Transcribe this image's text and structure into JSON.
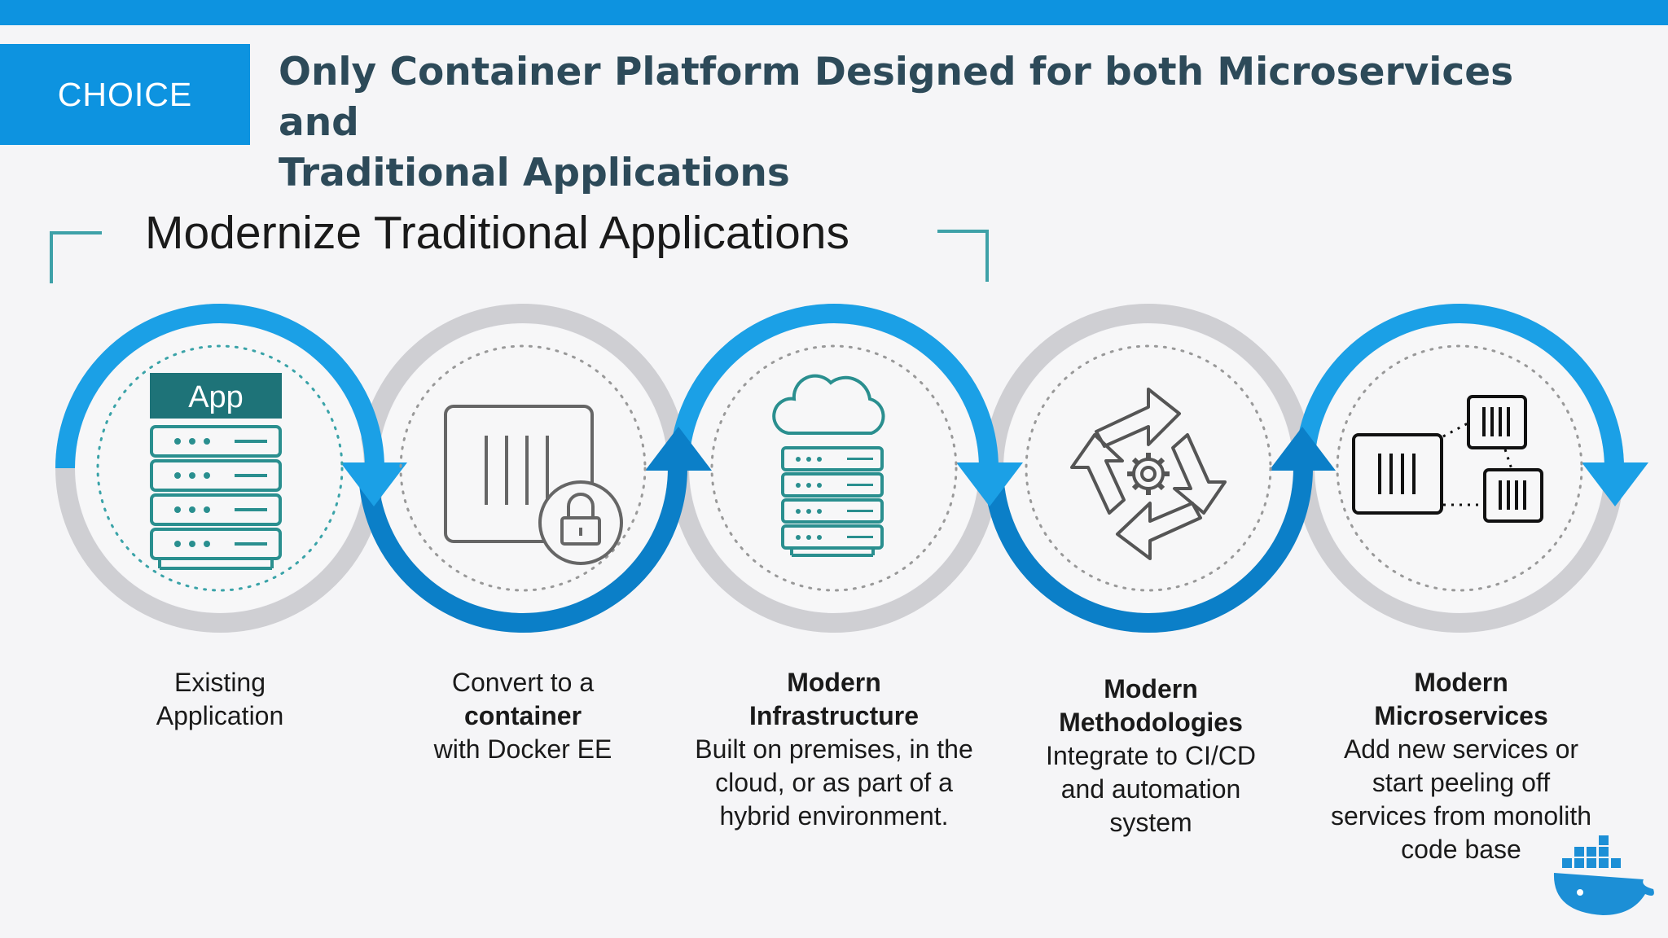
{
  "header": {
    "badge": "CHOICE",
    "title_line1": "Only Container Platform Designed for both Microservices and",
    "title_line2": "Traditional Applications"
  },
  "section": {
    "title": "Modernize Traditional Applications"
  },
  "diagram": {
    "app_chip_label": "App",
    "colors": {
      "arc_blue": "#0d93e0",
      "ring_gray": "#cfcfd3",
      "teal": "#2a8f8f",
      "app_header": "#1e7378"
    },
    "steps": [
      {
        "icon": "app-server-icon",
        "heading": "",
        "lines": [
          "Existing",
          "Application"
        ]
      },
      {
        "icon": "locked-container-icon",
        "heading": "",
        "lines": [
          "Convert to a"
        ],
        "bold_middle": "container",
        "after": "with Docker EE"
      },
      {
        "icon": "cloud-server-icon",
        "heading": "Modern Infrastructure",
        "heading_lines": [
          "Modern",
          "Infrastructure"
        ],
        "lines": [
          "Built on premises, in the",
          "cloud, or as part of a",
          "hybrid environment."
        ]
      },
      {
        "icon": "cycle-arrows-gear-icon",
        "heading_lines": [
          "Modern",
          "Methodologies"
        ],
        "lines": [
          "Integrate to CI/CD",
          "and automation",
          "system"
        ]
      },
      {
        "icon": "microservices-icon",
        "heading_lines": [
          "Modern",
          "Microservices"
        ],
        "lines": [
          "Add new services or",
          "start peeling off",
          "services from monolith",
          "code base"
        ]
      }
    ]
  }
}
